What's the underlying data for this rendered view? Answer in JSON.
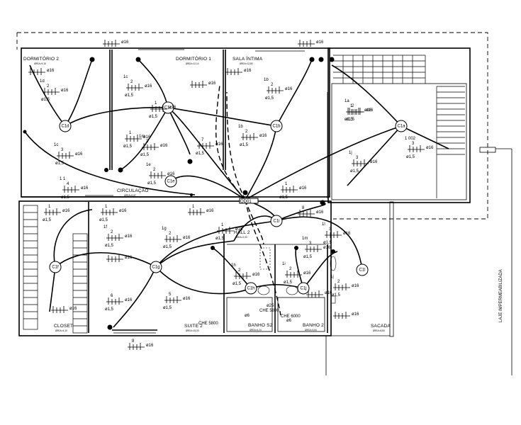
{
  "rooms": [
    {
      "id": "dormitorio2",
      "name": "DORMITÓRIO 2",
      "area": "ÁREA=9,10"
    },
    {
      "id": "dormitorio1",
      "name": "DORMITÓRIO 1",
      "area": "ÁREA=12,14"
    },
    {
      "id": "salaintima",
      "name": "SALA ÍNTIMA",
      "area": "ÁREA=12,83"
    },
    {
      "id": "circulacao",
      "name": "CIRCULAÇÃO",
      "area": "ÁREA=6,87"
    },
    {
      "id": "hall2",
      "name": "HALL 2",
      "area": "ÁREA=2,00"
    },
    {
      "id": "closet",
      "name": "CLOSET",
      "area": "ÁREA=4,10"
    },
    {
      "id": "suite2",
      "name": "SUITE 2",
      "area": "ÁREA=15,03"
    },
    {
      "id": "banhos2",
      "name": "BANHO S2",
      "area": "ÁREA=4,24"
    },
    {
      "id": "banho2",
      "name": "BANHO 2",
      "area": "ÁREA=3,64"
    },
    {
      "id": "sacada",
      "name": "SACADA",
      "area": "ÁREA=8,84"
    }
  ],
  "side_label": "LAJE IMPERMEABILIZADA",
  "lamps": [
    "C1a",
    "C1b",
    "C1c",
    "C1d",
    "C1e",
    "C1f",
    "C1g",
    "C1h",
    "C1i",
    "C1j",
    "C1l"
  ],
  "conduit_labels": [
    "ø16",
    "ø16",
    "ø16",
    "ø16",
    "ø16",
    "ø16",
    "ø16",
    "ø16",
    "ø16",
    "ø16",
    "ø16",
    "ø16",
    "ø16",
    "ø16",
    "ø16",
    "ø16",
    "ø16",
    "ø16",
    "ø16",
    "ø16",
    "ø16",
    "ø16",
    "ø16",
    "ø16",
    "ø16",
    "ø16",
    "ø16",
    "ø16",
    "ø16",
    "ø16",
    "ø16",
    "ø16",
    "ø16",
    "ø16",
    "ø16",
    "ø16",
    "ø16",
    "ø16",
    "ø16",
    "ø16"
  ],
  "section_labels": [
    "ø1,5",
    "ø1,5",
    "ø1,5",
    "ø1,5",
    "ø1,5",
    "ø1,5",
    "ø1,5",
    "ø1,5",
    "ø1,5",
    "ø1,5",
    "ø1,5",
    "ø1,5",
    "ø1,5",
    "ø1,5",
    "ø1,5",
    "ø1,5",
    "ø1,5",
    "ø1,5",
    "ø1,5",
    "ø1,5",
    "ø1,5",
    "ø1,5",
    "ø1,5",
    "ø1,5",
    "ø1,5",
    "ø1,5",
    "ø1,5",
    "ø1,5"
  ],
  "circuit_numbers": [
    "2",
    "2",
    "2",
    "2",
    "2",
    "2",
    "2",
    "2",
    "2",
    "2",
    "2",
    "3",
    "3",
    "3",
    "3",
    "3",
    "3",
    "4",
    "5",
    "6",
    "7",
    "1",
    "1",
    "1",
    "1",
    "1",
    "1",
    "1",
    "1",
    "8",
    "8"
  ],
  "circuit_codes": [
    "1d",
    "1c",
    "1b",
    "1a",
    "1b",
    "1e",
    "1f",
    "1g",
    "1h",
    "1i",
    "1j",
    "1l",
    "1m",
    "1m",
    "1 002",
    "1j",
    "1c",
    "1 1"
  ],
  "special_labels": [
    "QD01",
    "CHE 5800",
    "CHE 6000",
    "CHE 5800",
    "ø25",
    "ø6",
    "ø6"
  ]
}
